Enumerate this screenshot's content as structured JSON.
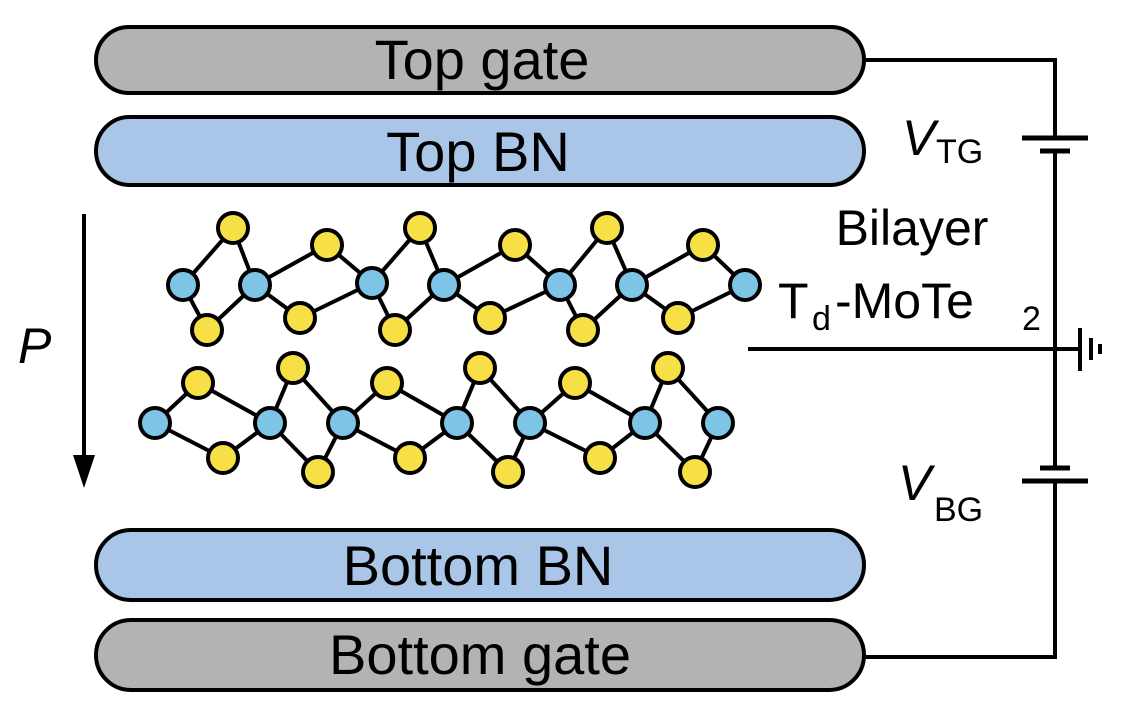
{
  "colors": {
    "gate_fill": "#b3b3b3",
    "bn_fill": "#a9c6e8",
    "mo_atom": "#7ec4e6",
    "te_atom": "#f7e046",
    "outline": "#000000"
  },
  "layers": {
    "top_gate": "Top gate",
    "top_bn": "Top BN",
    "bottom_bn": "Bottom BN",
    "bottom_gate": "Bottom gate"
  },
  "material": {
    "line1": "Bilayer",
    "prefix": "T",
    "prefix_sub": "d",
    "formula": "-MoTe",
    "formula_sub": "2"
  },
  "polarization": {
    "symbol": "P",
    "direction": "down"
  },
  "circuit": {
    "top_voltage": {
      "symbol": "V",
      "sub": "TG"
    },
    "bottom_voltage": {
      "symbol": "V",
      "sub": "BG"
    },
    "ground": "ground"
  }
}
